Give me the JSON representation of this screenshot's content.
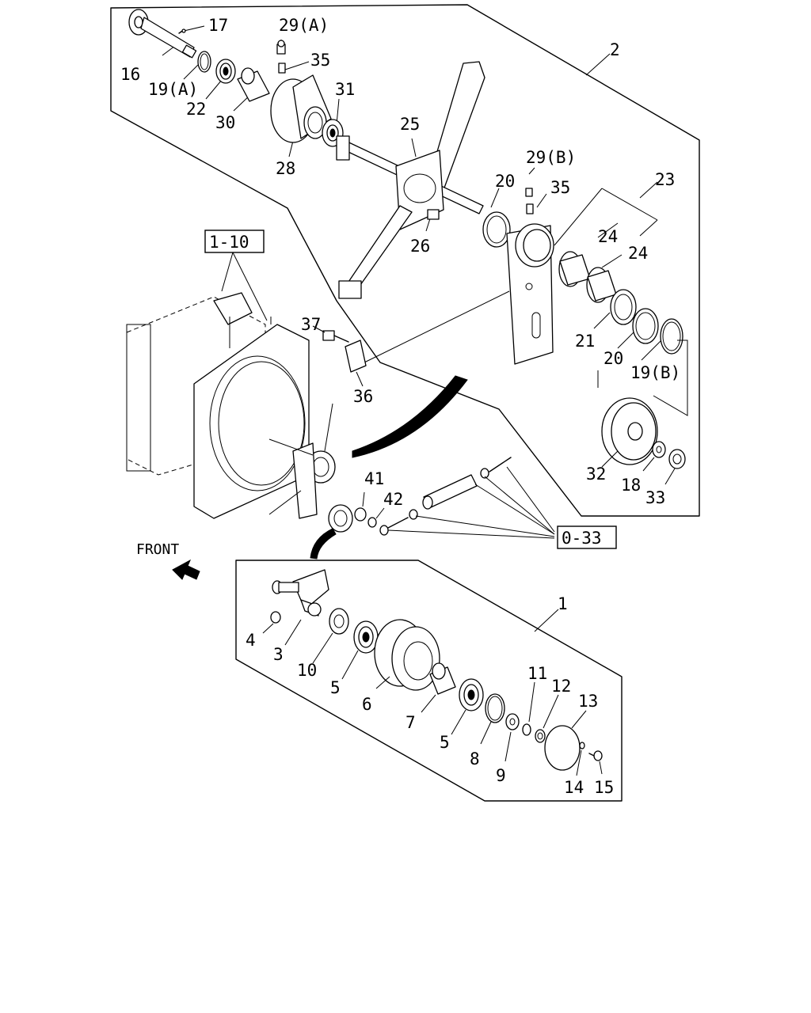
{
  "labels": {
    "p17": "17",
    "p29a": "29(A)",
    "p35a": "35",
    "p16": "16",
    "p19a": "19(A)",
    "p31": "31",
    "p22": "22",
    "p30": "30",
    "p2": "2",
    "p25": "25",
    "p28": "28",
    "p29b": "29(B)",
    "p20a": "20",
    "p35b": "35",
    "p23": "23",
    "p24a": "24",
    "p24b": "24",
    "p26": "26",
    "p37": "37",
    "p21": "21",
    "p20b": "20",
    "p19b": "19(B)",
    "p36": "36",
    "p32": "32",
    "p18": "18",
    "p33": "33",
    "p41": "41",
    "p42": "42",
    "p1": "1",
    "p4": "4",
    "p3": "3",
    "p10": "10",
    "p5a": "5",
    "p6": "6",
    "p7": "7",
    "p11": "11",
    "p12": "12",
    "p13": "13",
    "p5b": "5",
    "p8": "8",
    "p9": "9",
    "p14": "14",
    "p15": "15"
  },
  "refs": {
    "r110": "1-10",
    "r033": "0-33"
  },
  "front": "FRONT",
  "icons": {
    "front_arrow": "arrow-left-icon"
  }
}
